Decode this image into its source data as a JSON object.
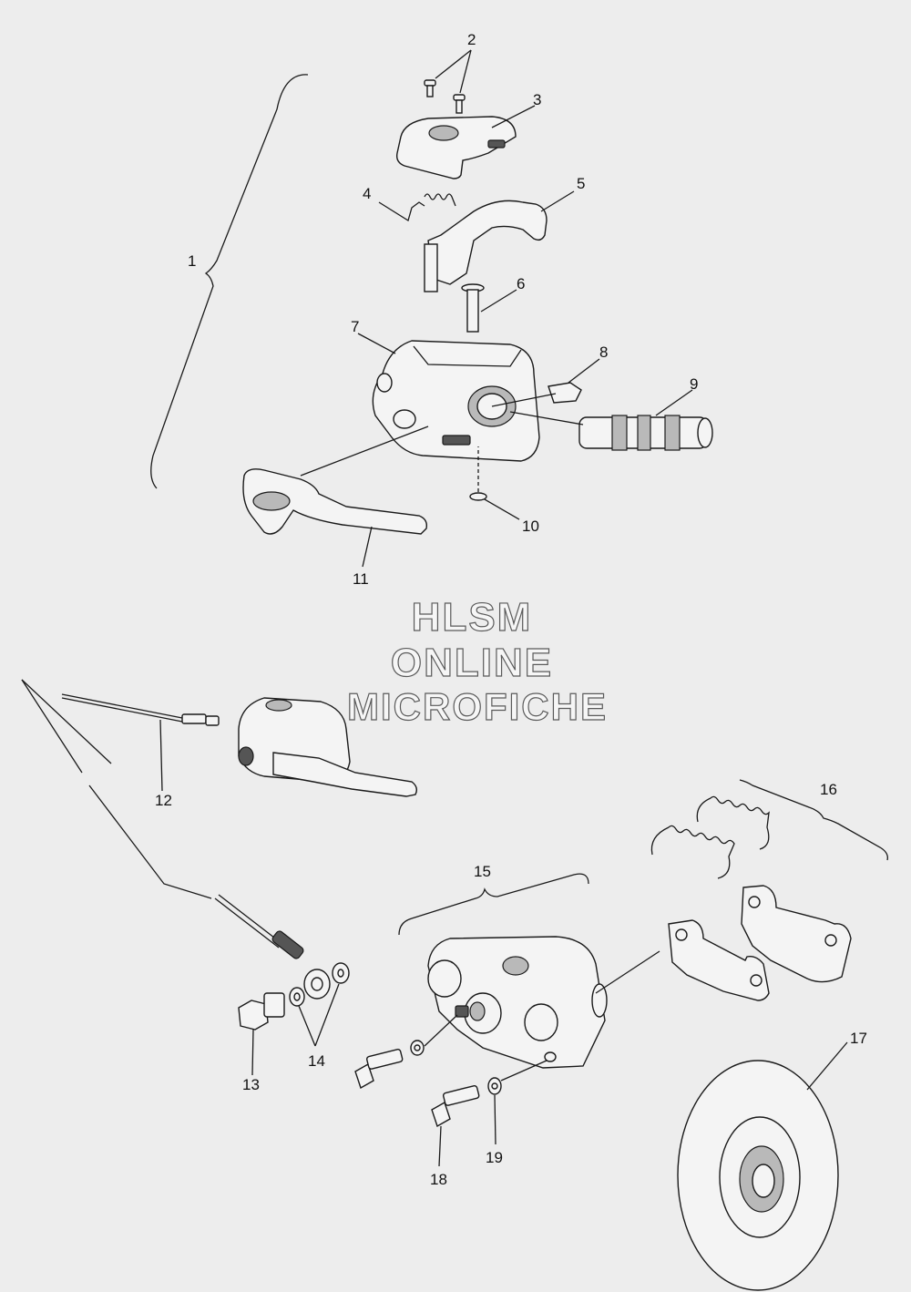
{
  "callouts": [
    "1",
    "2",
    "3",
    "4",
    "5",
    "6",
    "7",
    "8",
    "9",
    "10",
    "11",
    "12",
    "13",
    "14",
    "15",
    "16",
    "17",
    "18",
    "19"
  ],
  "watermark": {
    "line1": "HLSM",
    "line2": "ONLINE",
    "line3": "MICROFICHE"
  },
  "colors": {
    "background": "#ededed",
    "line": "#1a1a1a",
    "watermark_outline": "#5a5a5a"
  }
}
